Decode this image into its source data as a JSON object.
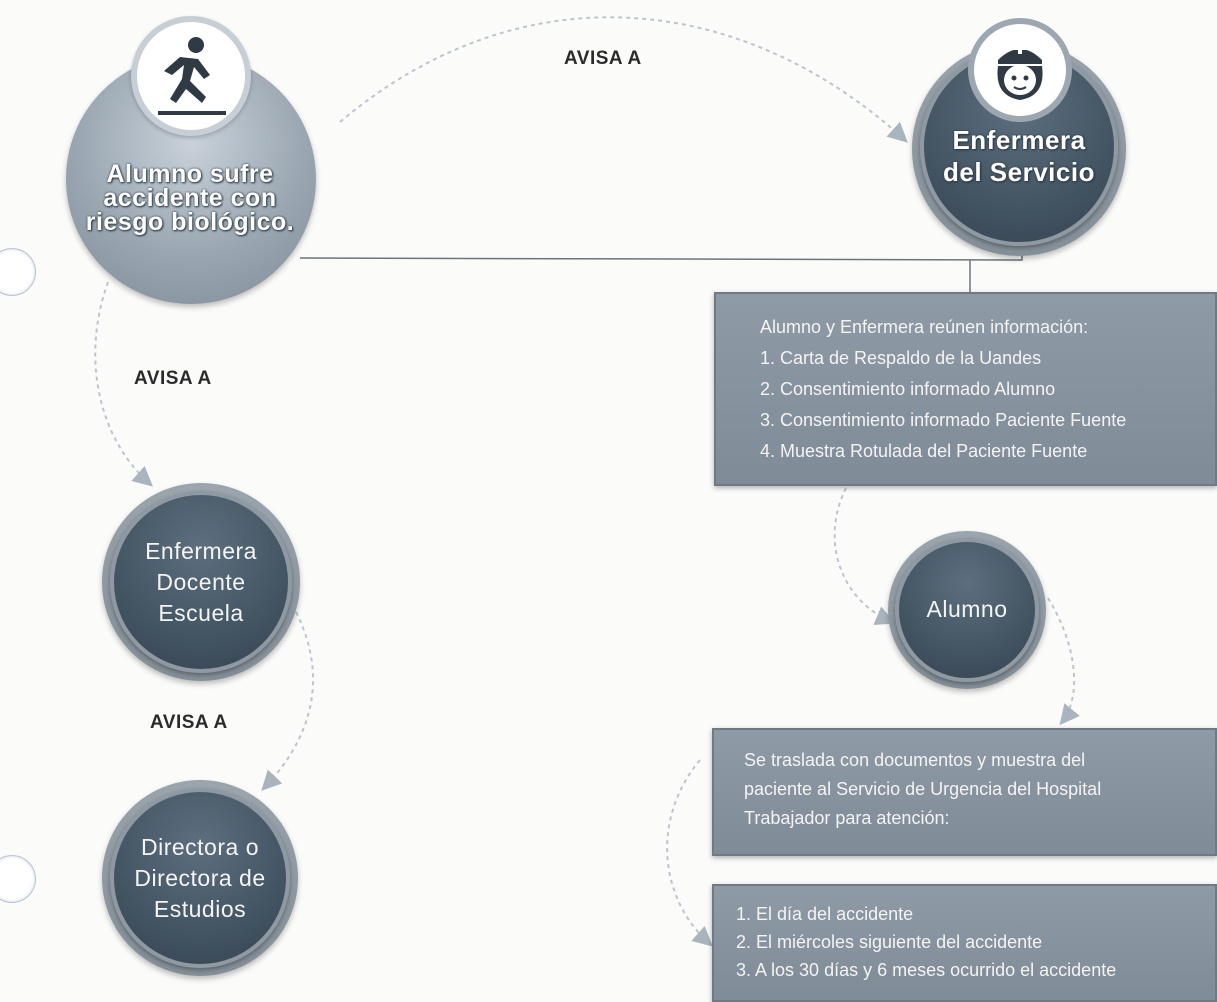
{
  "nodes": {
    "alumno_accidente": {
      "label_lines": [
        "Alumno sufre",
        "accidente con",
        "riesgo biológico."
      ],
      "icon": "slip-fall-icon"
    },
    "enfermera_servicio": {
      "label_lines": [
        "Enfermera",
        "del Servicio"
      ],
      "icon": "nurse-icon"
    },
    "enfermera_docente": {
      "label_lines": [
        "Enfermera",
        "Docente",
        "Escuela"
      ]
    },
    "directora": {
      "label_lines": [
        "Directora o",
        "Directora de",
        "Estudios"
      ]
    },
    "alumno": {
      "label": "Alumno"
    }
  },
  "edges": {
    "top_label": "AVISA A",
    "left_label_1": "AVISA A",
    "left_label_2": "AVISA A"
  },
  "boxes": {
    "reunen": {
      "lines": [
        "Alumno y Enfermera reúnen información:",
        "1. Carta de Respaldo de la Uandes",
        "2. Consentimiento informado Alumno",
        "3. Consentimiento informado Paciente Fuente",
        "4. Muestra Rotulada del Paciente Fuente"
      ]
    },
    "traslada": {
      "lines": [
        "Se traslada con documentos y muestra del",
        "paciente al Servicio de Urgencia del Hospital",
        "Trabajador  para atención:"
      ]
    },
    "fechas": {
      "lines": [
        "1. El día del accidente",
        "2. El miércoles siguiente del accidente",
        "3. A los 30 días y 6 meses ocurrido el accidente"
      ]
    }
  },
  "colors": {
    "dark_node": "#435463",
    "ring": "#9aa6b1",
    "box": "#8a96a1",
    "connector": "#b9c2cc"
  }
}
